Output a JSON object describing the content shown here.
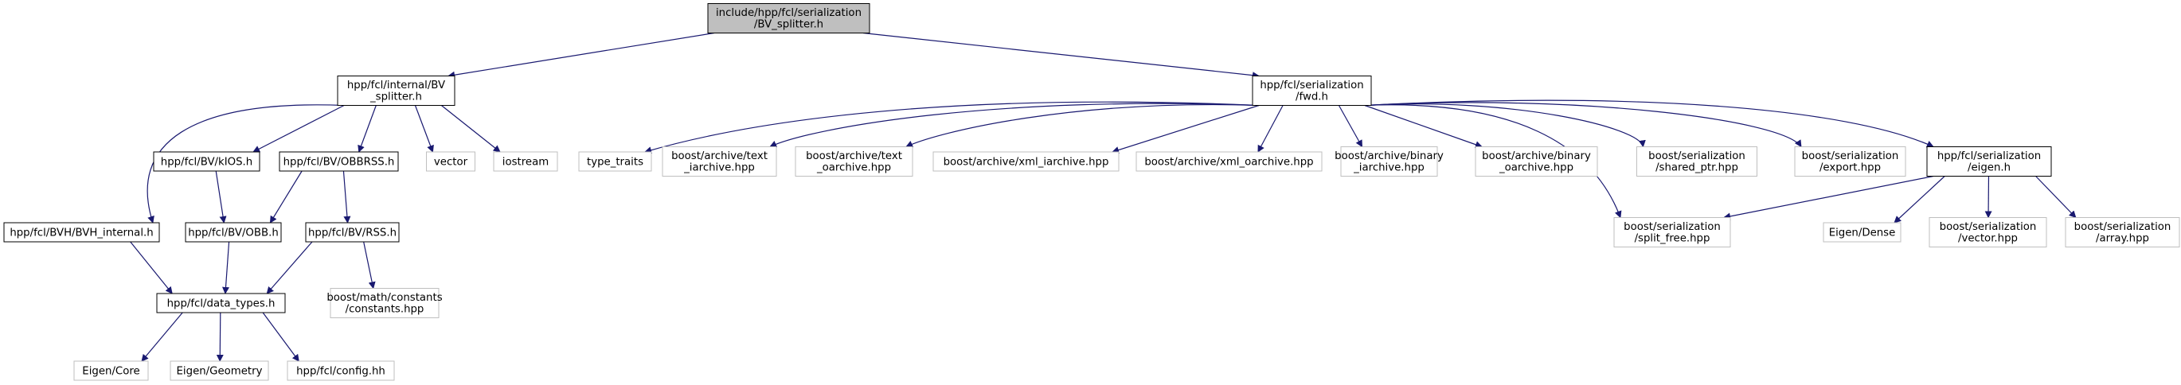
{
  "graph": {
    "nodes": [
      {
        "id": "root",
        "lines": [
          "include/hpp/fcl/serialization",
          "/BV_splitter.h"
        ],
        "style": "root"
      },
      {
        "id": "bv_splitter",
        "lines": [
          "hpp/fcl/internal/BV",
          "_splitter.h"
        ],
        "style": "documented"
      },
      {
        "id": "fwd",
        "lines": [
          "hpp/fcl/serialization",
          "/fwd.h"
        ],
        "style": "documented"
      },
      {
        "id": "kios",
        "lines": [
          "hpp/fcl/BV/kIOS.h"
        ],
        "style": "documented"
      },
      {
        "id": "obbrss",
        "lines": [
          "hpp/fcl/BV/OBBRSS.h"
        ],
        "style": "documented"
      },
      {
        "id": "vector",
        "lines": [
          "vector"
        ],
        "style": "external"
      },
      {
        "id": "iostream",
        "lines": [
          "iostream"
        ],
        "style": "external"
      },
      {
        "id": "bvh_internal",
        "lines": [
          "hpp/fcl/BVH/BVH_internal.h"
        ],
        "style": "documented"
      },
      {
        "id": "obb",
        "lines": [
          "hpp/fcl/BV/OBB.h"
        ],
        "style": "documented"
      },
      {
        "id": "rss",
        "lines": [
          "hpp/fcl/BV/RSS.h"
        ],
        "style": "documented"
      },
      {
        "id": "data_types",
        "lines": [
          "hpp/fcl/data_types.h"
        ],
        "style": "documented"
      },
      {
        "id": "math_constants",
        "lines": [
          "boost/math/constants",
          "/constants.hpp"
        ],
        "style": "external"
      },
      {
        "id": "eigen_core",
        "lines": [
          "Eigen/Core"
        ],
        "style": "external"
      },
      {
        "id": "eigen_geometry",
        "lines": [
          "Eigen/Geometry"
        ],
        "style": "external"
      },
      {
        "id": "config",
        "lines": [
          "hpp/fcl/config.hh"
        ],
        "style": "external"
      },
      {
        "id": "type_traits",
        "lines": [
          "type_traits"
        ],
        "style": "external"
      },
      {
        "id": "text_iarchive",
        "lines": [
          "boost/archive/text",
          "_iarchive.hpp"
        ],
        "style": "external"
      },
      {
        "id": "text_oarchive",
        "lines": [
          "boost/archive/text",
          "_oarchive.hpp"
        ],
        "style": "external"
      },
      {
        "id": "xml_iarchive",
        "lines": [
          "boost/archive/xml_iarchive.hpp"
        ],
        "style": "external"
      },
      {
        "id": "xml_oarchive",
        "lines": [
          "boost/archive/xml_oarchive.hpp"
        ],
        "style": "external"
      },
      {
        "id": "binary_iarchive",
        "lines": [
          "boost/archive/binary",
          "_iarchive.hpp"
        ],
        "style": "external"
      },
      {
        "id": "binary_oarchive",
        "lines": [
          "boost/archive/binary",
          "_oarchive.hpp"
        ],
        "style": "external"
      },
      {
        "id": "shared_ptr",
        "lines": [
          "boost/serialization",
          "/shared_ptr.hpp"
        ],
        "style": "external"
      },
      {
        "id": "export",
        "lines": [
          "boost/serialization",
          "/export.hpp"
        ],
        "style": "external"
      },
      {
        "id": "eigen_h",
        "lines": [
          "hpp/fcl/serialization",
          "/eigen.h"
        ],
        "style": "documented"
      },
      {
        "id": "split_free",
        "lines": [
          "boost/serialization",
          "/split_free.hpp"
        ],
        "style": "external"
      },
      {
        "id": "eigen_dense",
        "lines": [
          "Eigen/Dense"
        ],
        "style": "external"
      },
      {
        "id": "ser_vector",
        "lines": [
          "boost/serialization",
          "/vector.hpp"
        ],
        "style": "external"
      },
      {
        "id": "ser_array",
        "lines": [
          "boost/serialization",
          "/array.hpp"
        ],
        "style": "external"
      }
    ],
    "edges": [
      [
        "root",
        "bv_splitter"
      ],
      [
        "root",
        "fwd"
      ],
      [
        "bv_splitter",
        "bvh_internal"
      ],
      [
        "bv_splitter",
        "kios"
      ],
      [
        "bv_splitter",
        "obbrss"
      ],
      [
        "bv_splitter",
        "vector"
      ],
      [
        "bv_splitter",
        "iostream"
      ],
      [
        "kios",
        "obb"
      ],
      [
        "obbrss",
        "obb"
      ],
      [
        "obbrss",
        "rss"
      ],
      [
        "bvh_internal",
        "data_types"
      ],
      [
        "obb",
        "data_types"
      ],
      [
        "rss",
        "data_types"
      ],
      [
        "rss",
        "math_constants"
      ],
      [
        "data_types",
        "eigen_core"
      ],
      [
        "data_types",
        "eigen_geometry"
      ],
      [
        "data_types",
        "config"
      ],
      [
        "fwd",
        "type_traits"
      ],
      [
        "fwd",
        "text_iarchive"
      ],
      [
        "fwd",
        "text_oarchive"
      ],
      [
        "fwd",
        "xml_iarchive"
      ],
      [
        "fwd",
        "xml_oarchive"
      ],
      [
        "fwd",
        "binary_iarchive"
      ],
      [
        "fwd",
        "binary_oarchive"
      ],
      [
        "fwd",
        "shared_ptr"
      ],
      [
        "fwd",
        "export"
      ],
      [
        "fwd",
        "eigen_h"
      ],
      [
        "fwd",
        "split_free"
      ],
      [
        "eigen_h",
        "split_free"
      ],
      [
        "eigen_h",
        "eigen_dense"
      ],
      [
        "eigen_h",
        "ser_vector"
      ],
      [
        "eigen_h",
        "ser_array"
      ]
    ]
  },
  "colors": {
    "edge": "#191970",
    "root_fill": "#bfbfbf",
    "root_border": "#000000",
    "documented_border": "#000000",
    "external_border": "#bfbfbf",
    "node_fill": "#ffffff",
    "text": "#000000"
  }
}
